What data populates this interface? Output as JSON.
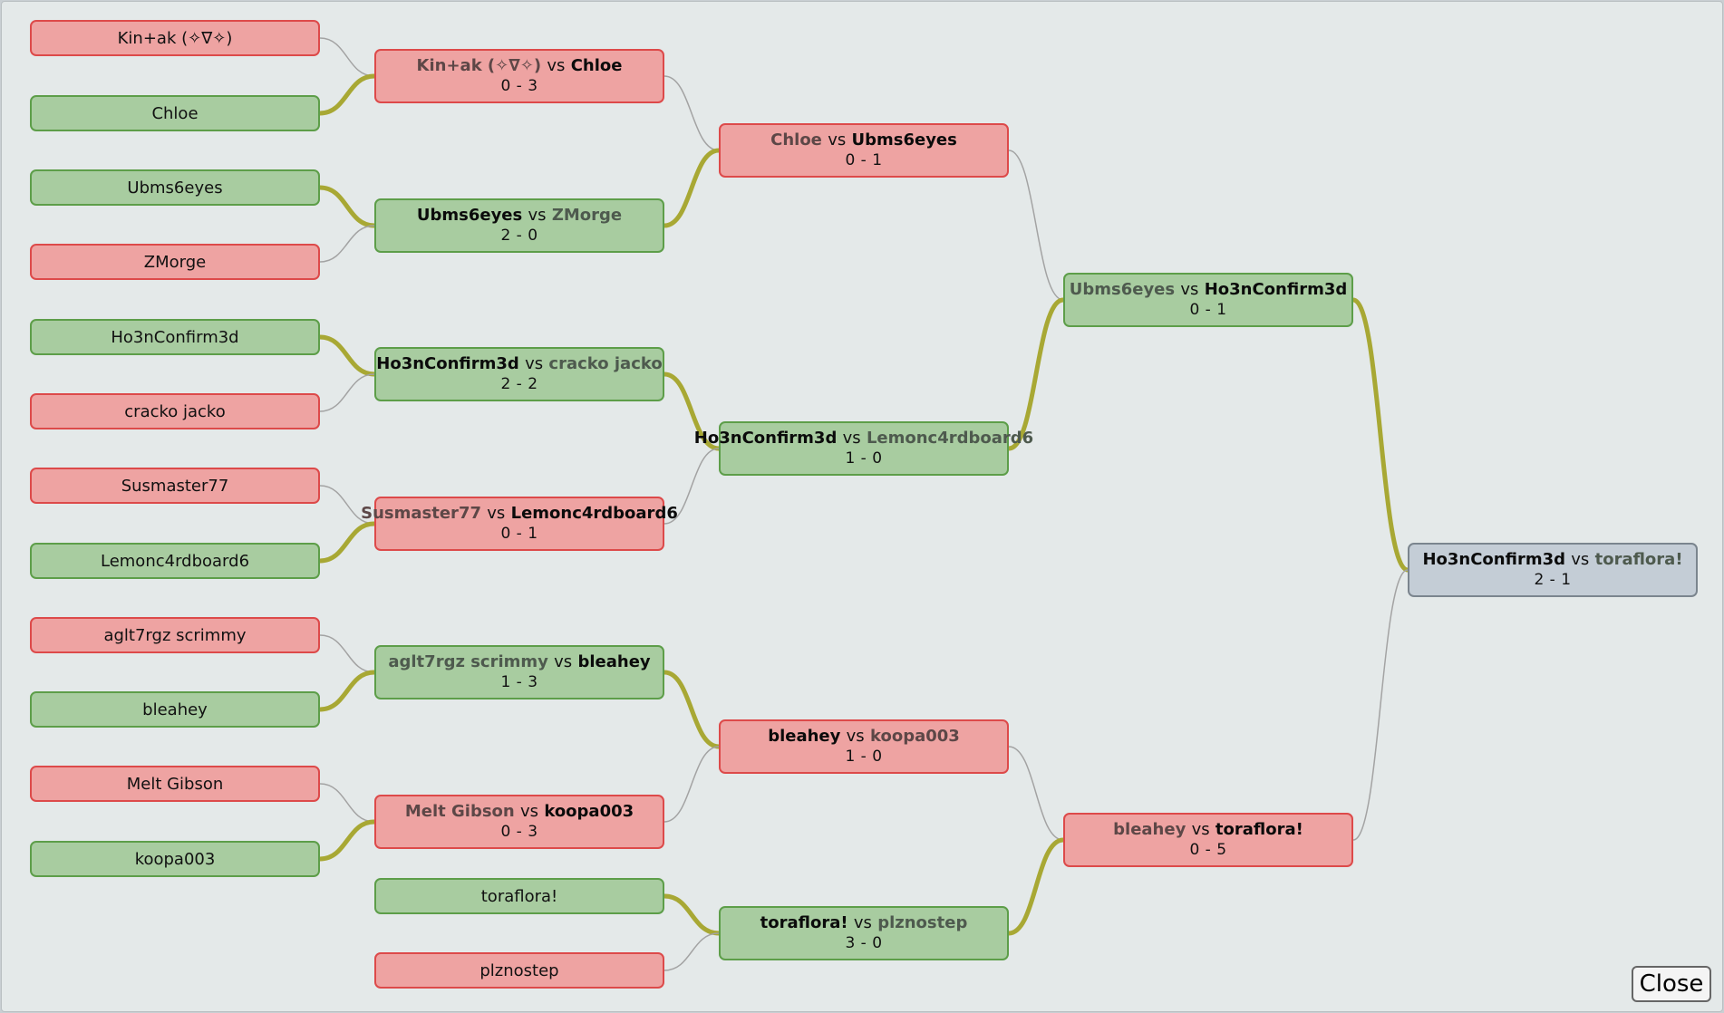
{
  "players": [
    {
      "name": "Kin+ak (✧∇✧)",
      "result": "lose"
    },
    {
      "name": "Chloe",
      "result": "win"
    },
    {
      "name": "Ubms6eyes",
      "result": "win"
    },
    {
      "name": "ZMorge",
      "result": "lose"
    },
    {
      "name": "Ho3nConfirm3d",
      "result": "win"
    },
    {
      "name": "cracko jacko",
      "result": "lose"
    },
    {
      "name": "Susmaster77",
      "result": "lose"
    },
    {
      "name": "Lemonc4rdboard6",
      "result": "win"
    },
    {
      "name": "aglt7rgz scrimmy",
      "result": "lose"
    },
    {
      "name": "bleahey",
      "result": "win"
    },
    {
      "name": "Melt Gibson",
      "result": "lose"
    },
    {
      "name": "koopa003",
      "result": "win"
    },
    {
      "name": "toraflora!",
      "result": "win"
    },
    {
      "name": "plznostep",
      "result": "lose"
    }
  ],
  "matches": [
    {
      "p1": "Kin+ak (✧∇✧)",
      "p2": "Chloe",
      "score": "0 - 3",
      "result": "lose",
      "winner": 2
    },
    {
      "p1": "Ubms6eyes",
      "p2": "ZMorge",
      "score": "2 - 0",
      "result": "win",
      "winner": 1
    },
    {
      "p1": "Ho3nConfirm3d",
      "p2": "cracko jacko",
      "score": "2 - 2",
      "result": "win",
      "winner": 1
    },
    {
      "p1": "Susmaster77",
      "p2": "Lemonc4rdboard6",
      "score": "0 - 1",
      "result": "lose",
      "winner": 2
    },
    {
      "p1": "aglt7rgz scrimmy",
      "p2": "bleahey",
      "score": "1 - 3",
      "result": "win",
      "winner": 2
    },
    {
      "p1": "Melt Gibson",
      "p2": "koopa003",
      "score": "0 - 3",
      "result": "lose",
      "winner": 2
    },
    {
      "p1": "Chloe",
      "p2": "Ubms6eyes",
      "score": "0 - 1",
      "result": "lose",
      "winner": 2
    },
    {
      "p1": "Ho3nConfirm3d",
      "p2": "Lemonc4rdboard6",
      "score": "1 - 0",
      "result": "win",
      "winner": 1
    },
    {
      "p1": "bleahey",
      "p2": "koopa003",
      "score": "1 - 0",
      "result": "lose",
      "winner": 1
    },
    {
      "p1": "toraflora!",
      "p2": "plznostep",
      "score": "3 - 0",
      "result": "win",
      "winner": 1
    },
    {
      "p1": "Ubms6eyes",
      "p2": "Ho3nConfirm3d",
      "score": "0 - 1",
      "result": "win",
      "winner": 2
    },
    {
      "p1": "bleahey",
      "p2": "toraflora!",
      "score": "0 - 5",
      "result": "lose",
      "winner": 2
    },
    {
      "p1": "Ho3nConfirm3d",
      "p2": "toraflora!",
      "score": "2 - 1",
      "result": "champ",
      "winner": 1
    }
  ],
  "vs_label": "vs",
  "close_label": "Close",
  "colors": {
    "win_fill": "#a8cca0",
    "win_border": "#5d9e49",
    "lose_fill": "#eea3a2",
    "lose_border": "#dd4a4a",
    "final_fill": "#c4cdd6",
    "final_border": "#7b858e",
    "winner_line": "#a8a834",
    "loser_line": "#a3a3a3"
  }
}
